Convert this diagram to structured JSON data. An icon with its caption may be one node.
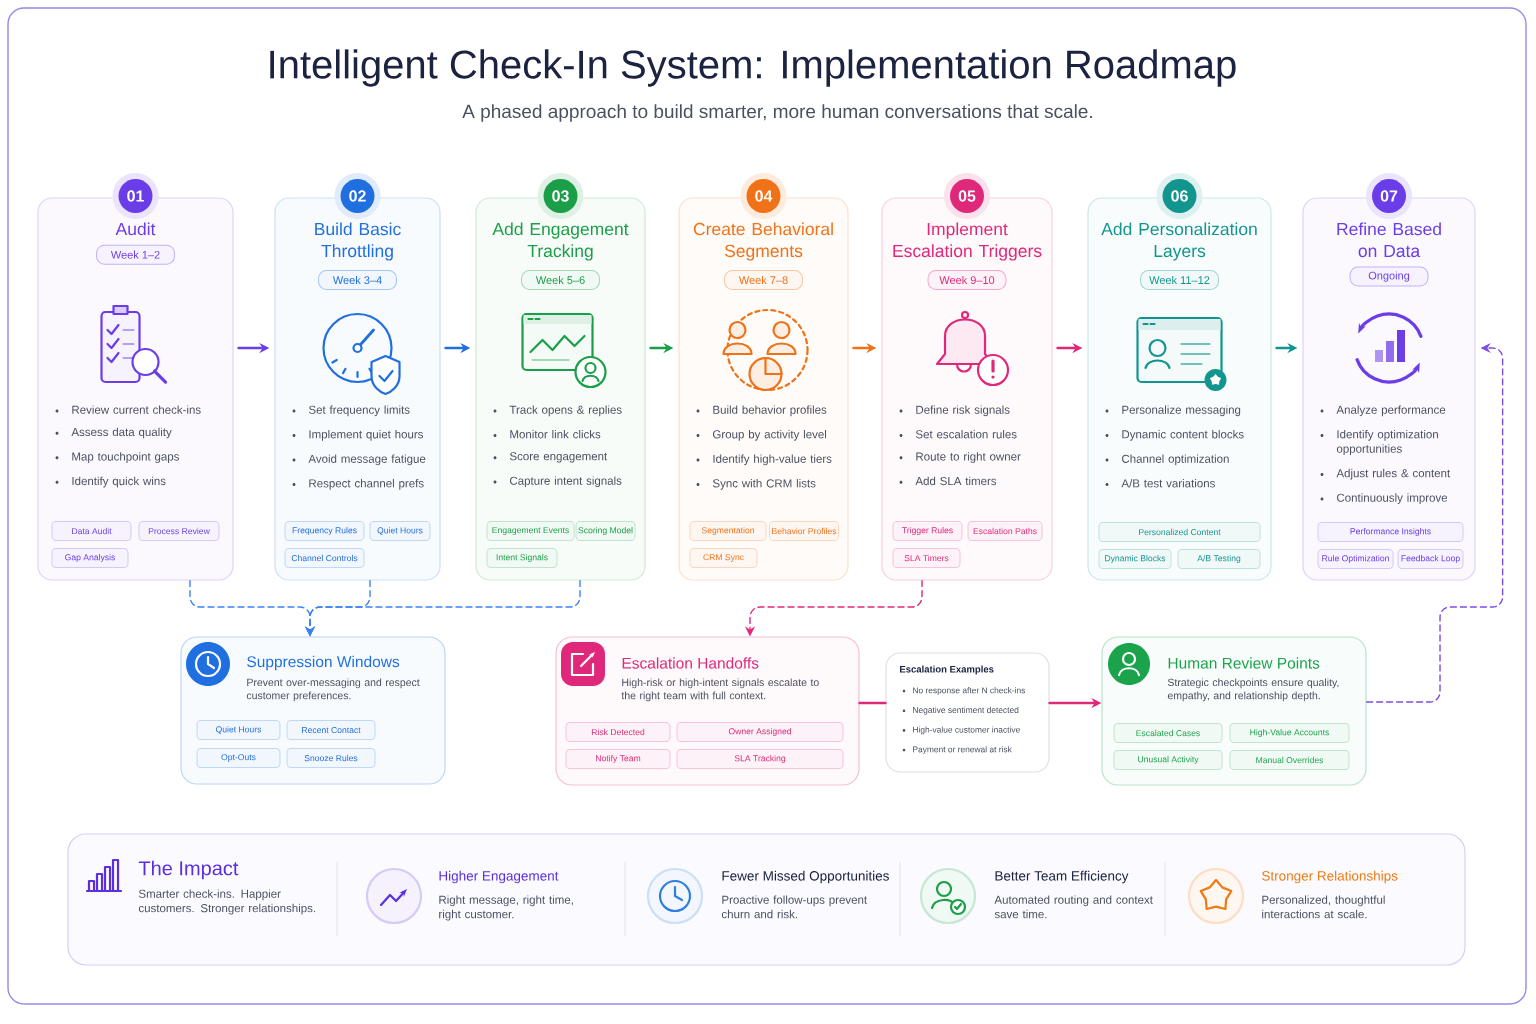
{
  "diagram": {
    "title": "Intelligent Check-In System: Implementation Roadmap",
    "nodes": [
      {
        "text": [
          "01"
        ]
      },
      {
        "text": [
          "Audit",
          "Review current check-ins",
          "Assess data quality",
          "Map touchpoint gaps",
          "Identify quick wins"
        ]
      },
      {
        "text": [
          "Week 1–2"
        ],
        "in": 1
      },
      {
        "text": [
          "Data Audit"
        ],
        "in": 1
      },
      {
        "text": [
          "Process Review"
        ],
        "in": 1
      },
      {
        "text": [
          "Gap Analysis"
        ],
        "in": 1
      },
      {
        "text": [
          "02"
        ]
      },
      {
        "text": [
          "Build Basic Throttling",
          "Set frequency limits",
          "Implement quiet hours",
          "Avoid message fatigue",
          "Respect channel prefs"
        ]
      },
      {
        "text": [
          "Week 3–4"
        ],
        "in": 7
      },
      {
        "text": [
          "Frequency Rules"
        ],
        "in": 7
      },
      {
        "text": [
          "Quiet Hours"
        ],
        "in": 7
      },
      {
        "text": [
          "Channel Controls"
        ],
        "in": 7
      },
      {
        "text": [
          "03"
        ]
      },
      {
        "text": [
          "Add Engagement Tracking",
          "Track opens & replies",
          "Monitor link clicks",
          "Score engagement",
          "Capture intent signals"
        ]
      },
      {
        "text": [
          "Week 5–6"
        ],
        "in": 13
      },
      {
        "text": [
          "Engagement Events"
        ],
        "in": 13
      },
      {
        "text": [
          "Scoring Model"
        ],
        "in": 13
      },
      {
        "text": [
          "Intent Signals"
        ],
        "in": 13
      },
      {
        "text": [
          "04"
        ]
      },
      {
        "text": [
          "Create Behavioral Segments",
          "Build behavior profiles",
          "Group by activity level",
          "Identify high-value tiers",
          "Sync with CRM lists"
        ]
      },
      {
        "text": [
          "Week 7–8"
        ],
        "in": 19
      },
      {
        "text": [
          "Segmentation"
        ],
        "in": 19
      },
      {
        "text": [
          "Behavior Profiles"
        ],
        "in": 19
      },
      {
        "text": [
          "CRM Sync"
        ],
        "in": 19
      },
      {
        "text": [
          "05"
        ]
      },
      {
        "text": [
          "Implement Escalation Triggers",
          "Define risk signals",
          "Set escalation rules",
          "Route to right owner",
          "Add SLA timers"
        ]
      },
      {
        "text": [
          "Week 9–10"
        ],
        "in": 25
      },
      {
        "text": [
          "Trigger Rules"
        ],
        "in": 25
      },
      {
        "text": [
          "Escalation Paths"
        ],
        "in": 25
      },
      {
        "text": [
          "SLA Timers"
        ],
        "in": 25
      },
      {
        "text": [
          "06"
        ]
      },
      {
        "text": [
          "Add Personalization Layers",
          "Personalize messaging",
          "Dynamic content blocks",
          "Channel optimization",
          "A/B test variations"
        ]
      },
      {
        "text": [
          "Week 11–12"
        ],
        "in": 31
      },
      {
        "text": [
          "Personalized Content"
        ],
        "in": 31
      },
      {
        "text": [
          "Dynamic Blocks"
        ],
        "in": 31
      },
      {
        "text": [
          "A/B Testing"
        ],
        "in": 31
      },
      {
        "text": [
          "07"
        ]
      },
      {
        "text": [
          "Refine Based on Data",
          "Analyze performance",
          "Identify optimization opportunities",
          "Adjust rules & content",
          "Continuously improve"
        ]
      },
      {
        "text": [
          "Ongoing"
        ],
        "in": 37
      },
      {
        "text": [
          "Performance Insights"
        ],
        "in": 37
      },
      {
        "text": [
          "Rule Optimization"
        ],
        "in": 37
      },
      {
        "text": [
          "Feedback Loop"
        ],
        "in": 37
      },
      {
        "text": [
          "Suppression Windows",
          "Prevent over-messaging and respect customer preferences."
        ]
      },
      {
        "text": [
          "Quiet Hours"
        ],
        "in": 42
      },
      {
        "text": [
          "Recent Contact"
        ],
        "in": 42
      },
      {
        "text": [
          "Opt-Outs"
        ],
        "in": 42
      },
      {
        "text": [
          "Snooze Rules"
        ],
        "in": 42
      },
      {
        "text": [
          "Escalation Handoffs",
          "High-risk or high-intent signals escalate to the right team with full context."
        ]
      },
      {
        "text": [
          "Risk Detected"
        ],
        "in": 47
      },
      {
        "text": [
          "Owner Assigned"
        ],
        "in": 47
      },
      {
        "text": [
          "Notify Team"
        ],
        "in": 47
      },
      {
        "text": [
          "SLA Tracking"
        ],
        "in": 47
      },
      {
        "text": [
          "Escalation Examples",
          "No response after N check-ins",
          "Negative sentiment detected",
          "High-value customer inactive",
          "Payment or renewal at risk"
        ]
      },
      {
        "text": [
          "Human Review Points",
          "Strategic checkpoints ensure quality, empathy, and relationship depth."
        ]
      },
      {
        "text": [
          "Escalated Cases"
        ],
        "in": 53
      },
      {
        "text": [
          "High-Value Accounts"
        ],
        "in": 53
      },
      {
        "text": [
          "Unusual Activity"
        ],
        "in": 53
      },
      {
        "text": [
          "Manual Overrides"
        ],
        "in": 53
      },
      {
        "text": [
          "The Impact",
          "Smarter check-ins. Happier customers. Stronger relationships.",
          "Higher Engagement",
          "Right message, right time, right customer.",
          "Fewer Missed Opportunities",
          "Proactive follow-ups prevent churn and risk.",
          "Better Team Efficiency",
          "Automated routing and context save time.",
          "Stronger Relationships",
          "Personalized, thoughtful interactions at scale."
        ]
      }
    ],
    "edges": [
      {
        "from": 1,
        "to": 7,
        "arrow": "to",
        "color": "#6a3de8"
      },
      {
        "from": 7,
        "to": 13,
        "arrow": "to",
        "color": "#1f6fe0"
      },
      {
        "from": 13,
        "to": 19,
        "arrow": "to",
        "color": "#1a9e47"
      },
      {
        "from": 19,
        "to": 25,
        "arrow": "to",
        "color": "#f07116"
      },
      {
        "from": 25,
        "to": 31,
        "arrow": "to",
        "color": "#e0287a"
      },
      {
        "from": 31,
        "to": 37,
        "arrow": "to",
        "color": "#12958f"
      },
      {
        "from": 1,
        "to": 42,
        "arrow": "to",
        "style": "dashed",
        "color": "#3b82f6"
      },
      {
        "from": 7,
        "to": 42,
        "arrow": "to",
        "style": "dashed",
        "color": "#3b82f6"
      },
      {
        "from": 13,
        "to": 42,
        "arrow": "to",
        "style": "dashed",
        "color": "#3b82f6"
      },
      {
        "from": 25,
        "to": 47,
        "arrow": "to",
        "style": "dashed",
        "color": "#e0287a"
      },
      {
        "from": 47,
        "to": 52,
        "arrow": "none",
        "color": "#e0287a"
      },
      {
        "from": 52,
        "to": 53,
        "arrow": "to",
        "color": "#e0287a"
      },
      {
        "from": 53,
        "to": 37,
        "arrow": "to",
        "style": "dashed",
        "color": "#7c4ddf"
      }
    ],
    "labels": [
      "A phased approach to build smarter, more human conversations that scale."
    ]
  }
}
